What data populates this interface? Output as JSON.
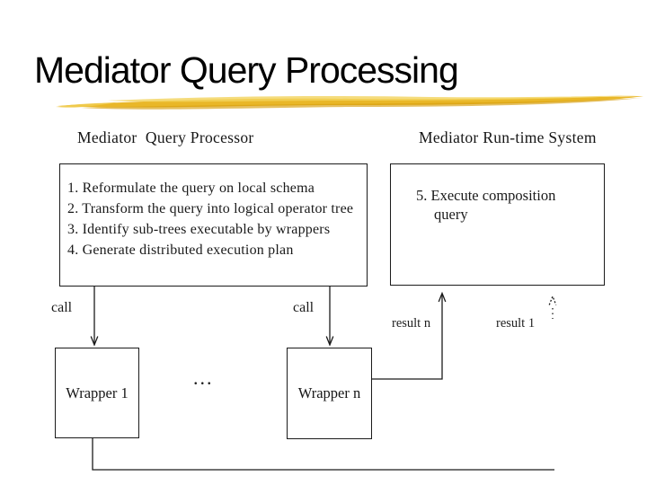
{
  "slide": {
    "title": "Mediator Query Processing",
    "accent_color": "#E8B41F",
    "accent_light": "#F3D35C",
    "accent_dark": "#D79E0E"
  },
  "diagram": {
    "left_header": "Mediator  Query Processor",
    "right_header": "Mediator Run-time System",
    "processor_steps": [
      "1. Reformulate the query on local schema",
      "2. Transform the query into logical operator tree",
      "3. Identify sub-trees executable by wrappers",
      "4. Generate distributed execution plan"
    ],
    "runtime_step_line1": "5. Execute composition",
    "runtime_step_line2": "query",
    "call_label_1": "call",
    "call_label_2": "call",
    "result_n_label": "result n",
    "result_1_label": "result 1",
    "wrapper_1_label": "Wrapper 1",
    "wrapper_n_label": "Wrapper n",
    "ellipsis": "..."
  }
}
